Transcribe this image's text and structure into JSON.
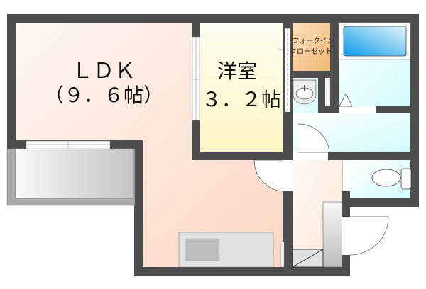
{
  "rooms": {
    "ldk": {
      "name": "ＬＤＫ",
      "size": "（９．６帖）"
    },
    "western": {
      "name": "洋室",
      "size": "３．２帖"
    },
    "closet": {
      "line1": "ウォークイン",
      "line2": "クローゼット"
    }
  },
  "colors": {
    "wall": "#4d4d4d",
    "ldk": "#fde3d6",
    "western": "#fff8cf",
    "closet": "#f4c08a",
    "wet": "#dcfbff",
    "hall": "#fdf0e6",
    "tub": "#1aa0e6"
  }
}
